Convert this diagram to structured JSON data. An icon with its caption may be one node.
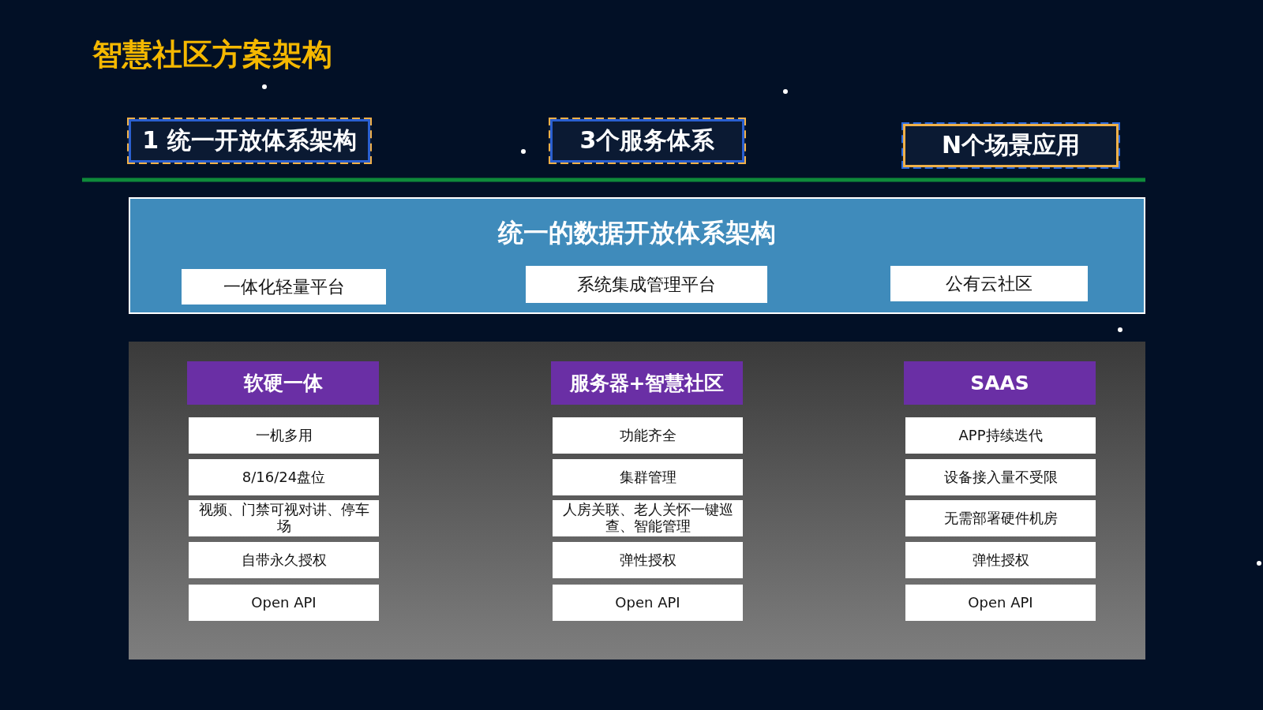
{
  "diagram": {
    "title": "智慧社区方案架构",
    "nodes": [
      {
        "text": [
          "1 统一开放体系架构"
        ]
      },
      {
        "text": [
          "3个服务体系"
        ]
      },
      {
        "text": [
          "N个场景应用"
        ]
      },
      {
        "text": [
          "统一的数据开放体系架构"
        ]
      },
      {
        "text": [
          "一体化轻量平台"
        ],
        "in": 3
      },
      {
        "text": [
          "系统集成管理平台"
        ],
        "in": 3
      },
      {
        "text": [
          "公有云社区"
        ],
        "in": 3
      },
      {
        "text": [],
        "shape": "box"
      },
      {
        "text": [
          "软硬一体"
        ],
        "in": 7
      },
      {
        "text": [
          "一机多用"
        ],
        "in": 7
      },
      {
        "text": [
          "8/16/24盘位"
        ],
        "in": 7
      },
      {
        "text": [
          "视频、门禁可视对讲、停车场"
        ],
        "in": 7
      },
      {
        "text": [
          "自带永久授权"
        ],
        "in": 7
      },
      {
        "text": [
          "Open API"
        ],
        "in": 7
      },
      {
        "text": [
          "服务器+智慧社区"
        ],
        "in": 7
      },
      {
        "text": [
          "功能齐全"
        ],
        "in": 7
      },
      {
        "text": [
          "集群管理"
        ],
        "in": 7
      },
      {
        "text": [
          "人房关联、老人关怀一键巡查、智能管理"
        ],
        "in": 7
      },
      {
        "text": [
          "弹性授权"
        ],
        "in": 7
      },
      {
        "text": [
          "Open API"
        ],
        "in": 7
      },
      {
        "text": [
          "SAAS"
        ],
        "in": 7
      },
      {
        "text": [
          "APP持续迭代"
        ],
        "in": 7
      },
      {
        "text": [
          "设备接入量不受限"
        ],
        "in": 7
      },
      {
        "text": [
          "无需部署硬件机房"
        ],
        "in": 7
      },
      {
        "text": [
          "弹性授权"
        ],
        "in": 7
      },
      {
        "text": [
          "Open API"
        ],
        "in": 7
      }
    ]
  }
}
